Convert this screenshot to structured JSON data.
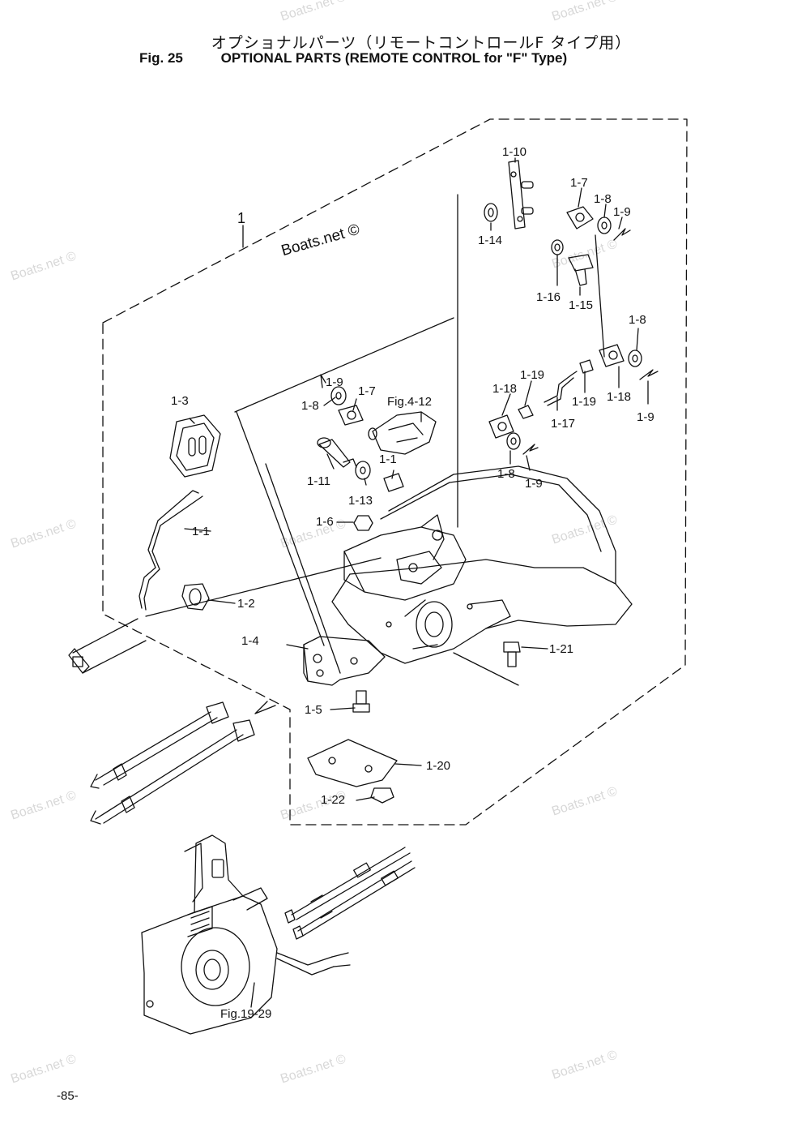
{
  "header": {
    "title_jp": "オプショナルパーツ（リモートコントロールF タイプ用）",
    "fig_number": "Fig. 25",
    "title_en": "OPTIONAL PARTS (REMOTE CONTROL for \"F\" Type)"
  },
  "watermark": {
    "text": "Boats.net ©",
    "stamp": "Boats.net ©"
  },
  "assembly_label": "1",
  "callouts": {
    "p1_1a": "1-1",
    "p1_1b": "1-1",
    "p1_2": "1-2",
    "p1_3": "1-3",
    "p1_4": "1-4",
    "p1_5": "1-5",
    "p1_6": "1-6",
    "p1_7a": "1-7",
    "p1_7b": "1-7",
    "p1_8a": "1-8",
    "p1_8b": "1-8",
    "p1_8c": "1-8",
    "p1_8d": "1-8",
    "p1_9a": "1-9",
    "p1_9b": "1-9",
    "p1_9c": "1-9",
    "p1_9d": "1-9",
    "p1_10": "1-10",
    "p1_11": "1-11",
    "p1_13": "1-13",
    "p1_14": "1-14",
    "p1_15": "1-15",
    "p1_16": "1-16",
    "p1_17": "1-17",
    "p1_18a": "1-18",
    "p1_18b": "1-18",
    "p1_19a": "1-19",
    "p1_19b": "1-19",
    "p1_20": "1-20",
    "p1_21": "1-21",
    "p1_22": "1-22"
  },
  "references": {
    "fig_4_12": "Fig.4-12",
    "fig_19_29": "Fig.19-29"
  },
  "footer": {
    "page": "-85-"
  }
}
